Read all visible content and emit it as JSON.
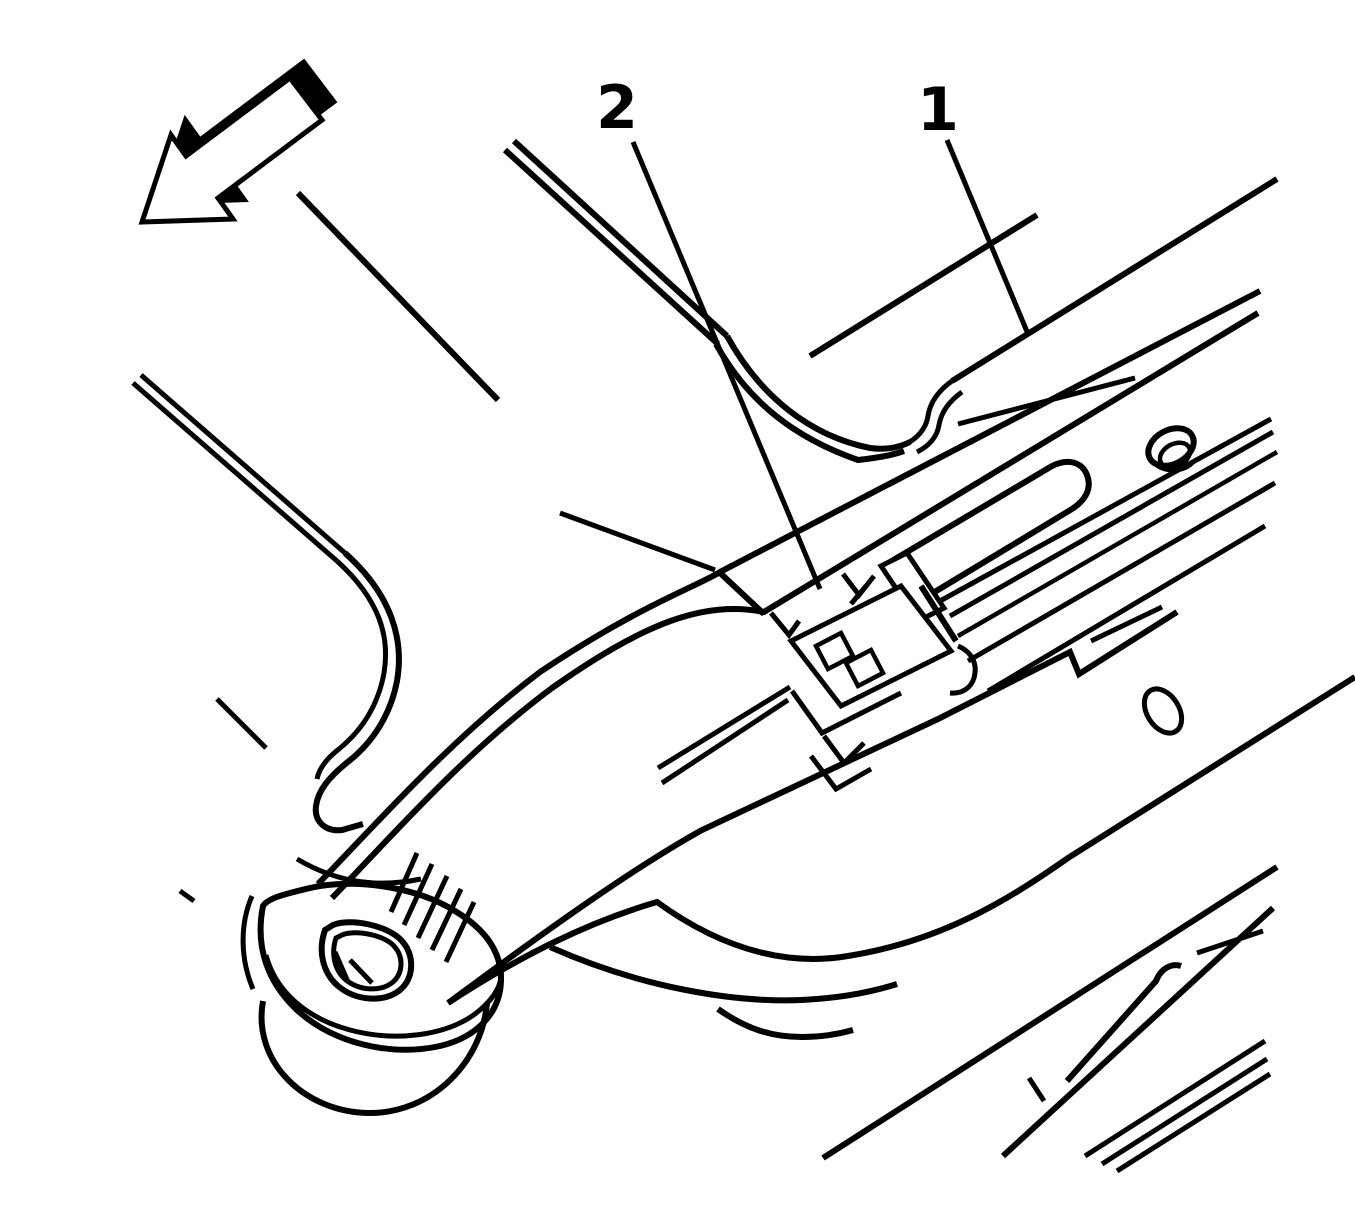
{
  "page": {
    "background_color": "#ffffff",
    "stroke_color": "#000000"
  },
  "figure": {
    "kind": "technical-line-illustration",
    "direction_arrow": {
      "shape": "3d-block-arrow",
      "pointing": "lower-left"
    },
    "callouts": [
      {
        "label": "1"
      },
      {
        "label": "2"
      }
    ]
  }
}
